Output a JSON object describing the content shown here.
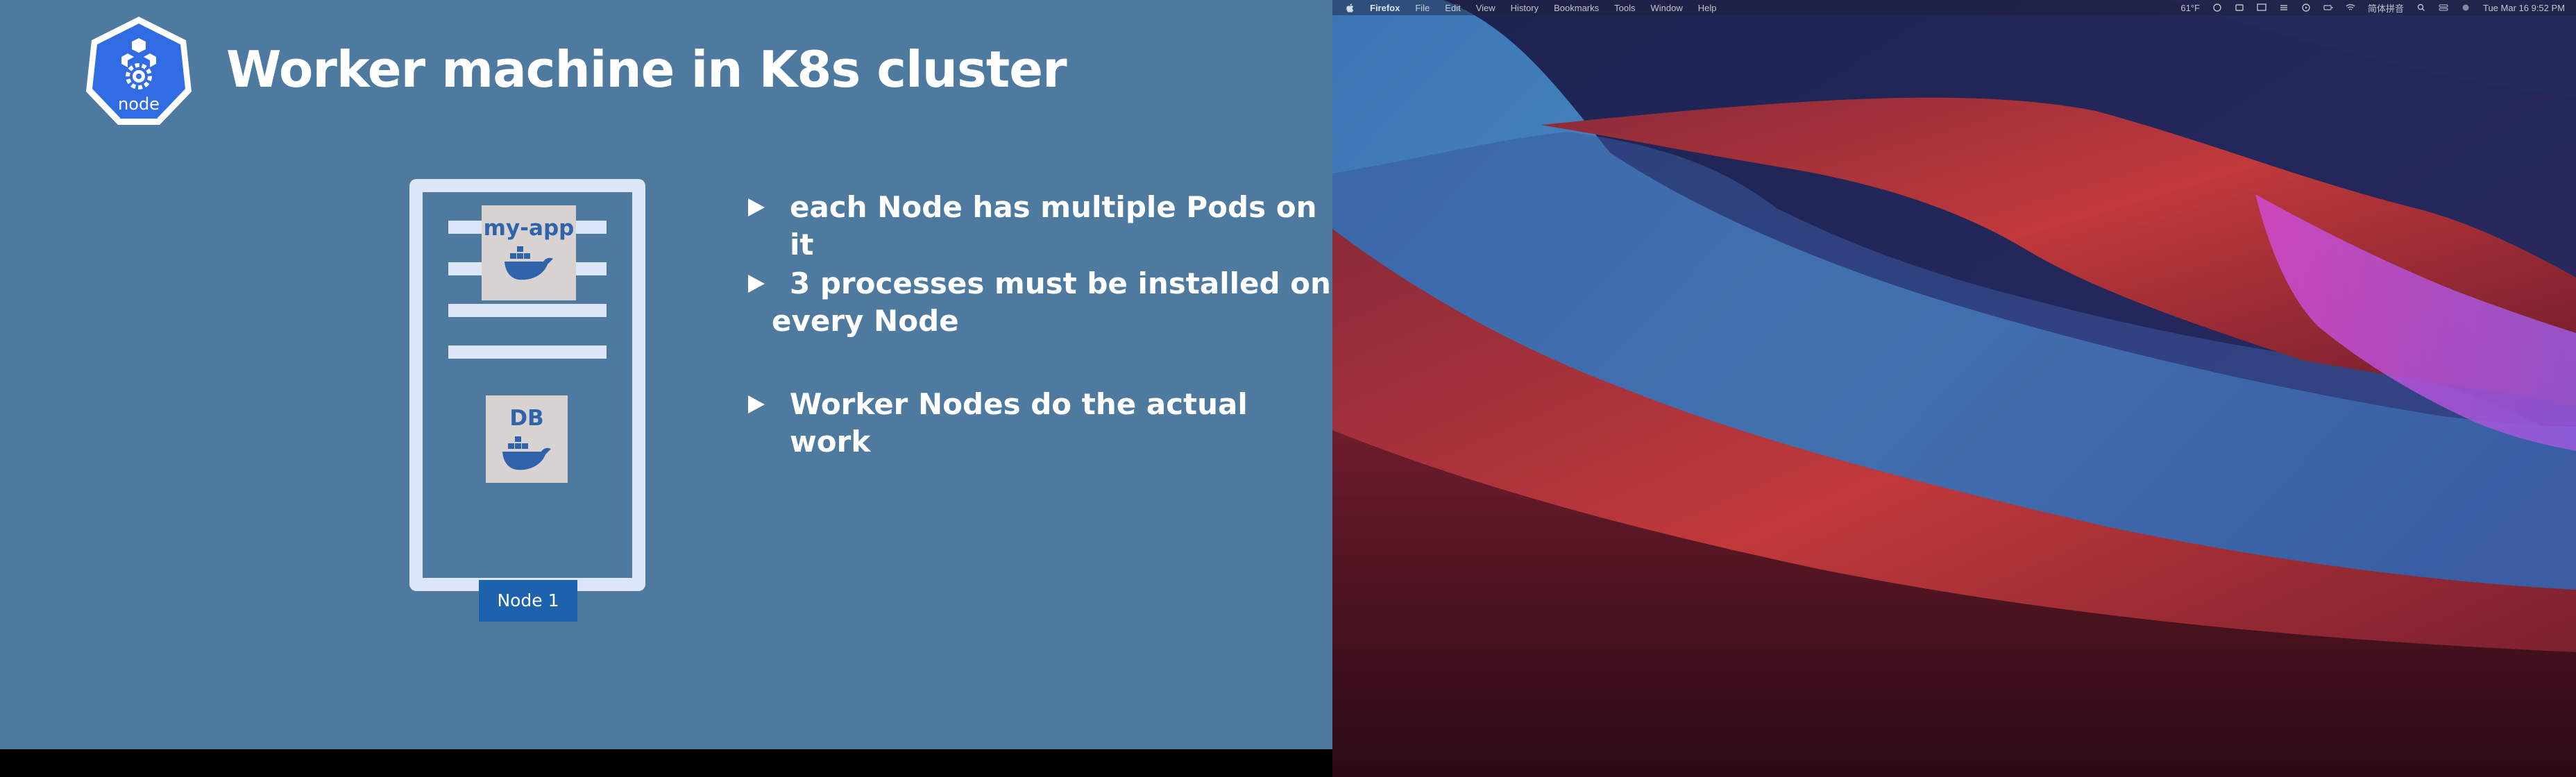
{
  "slide": {
    "logo": {
      "label": "node"
    },
    "title": "Worker machine in K8s cluster",
    "diagram": {
      "pod_top_label": "my-app",
      "pod_bottom_label": "DB",
      "node_label": "Node 1"
    },
    "bullets": [
      {
        "text": "each Node has multiple Pods on it"
      },
      {
        "line1": "3 processes must be installed on",
        "line2": "every Node"
      },
      {
        "text": "Worker Nodes do the actual work"
      }
    ]
  },
  "desktop": {
    "menubar": {
      "app_name": "Firefox",
      "menus": [
        "File",
        "Edit",
        "View",
        "History",
        "Bookmarks",
        "Tools",
        "Window",
        "Help"
      ],
      "status_text": "61°F",
      "input_method": "简体拼音",
      "clock": "Tue Mar 16  9:52 PM"
    },
    "colors": {
      "slide_bg": "#4e7a9f",
      "node_frame": "#dde6f6",
      "node_label_bg": "#1d62ad",
      "k8s_blue": "#326ce5"
    }
  }
}
